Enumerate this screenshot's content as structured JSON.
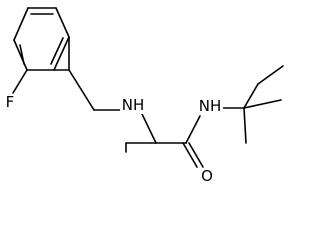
{
  "molecule": {
    "atoms": {
      "fluorine": "F",
      "amine": "NH",
      "amide_n": "NH",
      "oxygen": "O"
    },
    "colors": {
      "bond": "#000000",
      "label": "#000000",
      "background": "#ffffff"
    }
  }
}
